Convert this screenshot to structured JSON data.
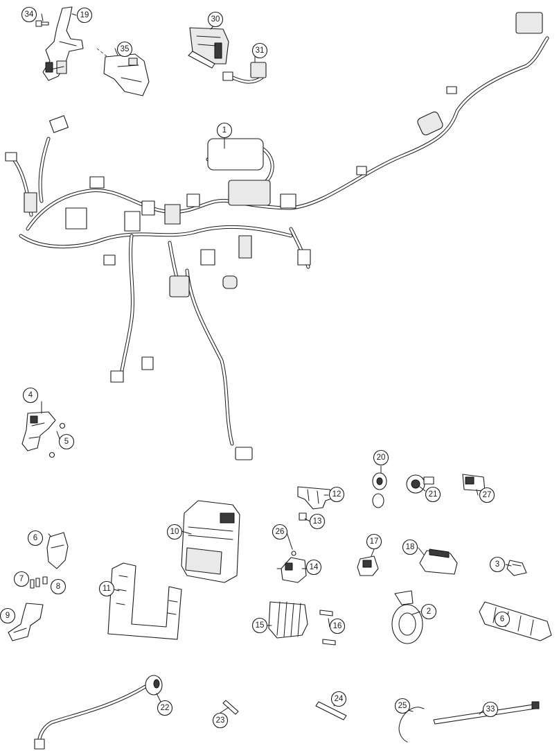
{
  "callouts": {
    "c1": "1",
    "c2": "2",
    "c3": "3",
    "c4": "4",
    "c5": "5",
    "c6a": "6",
    "c6b": "6",
    "c7": "7",
    "c8": "8",
    "c9": "9",
    "c10": "10",
    "c11": "11",
    "c12": "12",
    "c13": "13",
    "c14": "14",
    "c15": "15",
    "c16": "16",
    "c17": "17",
    "c18": "18",
    "c19": "19",
    "c20": "20",
    "c21": "21",
    "c22": "22",
    "c23": "23",
    "c24": "24",
    "c25": "25",
    "c26": "26",
    "c27": "27",
    "c30": "30",
    "c31": "31",
    "c33": "33",
    "c34": "34",
    "c35": "35"
  },
  "colors": {
    "line": "#1a1a1a",
    "background": "#ffffff",
    "fill_light": "#e9e9e9",
    "fill_dark": "#3a3a3a"
  }
}
